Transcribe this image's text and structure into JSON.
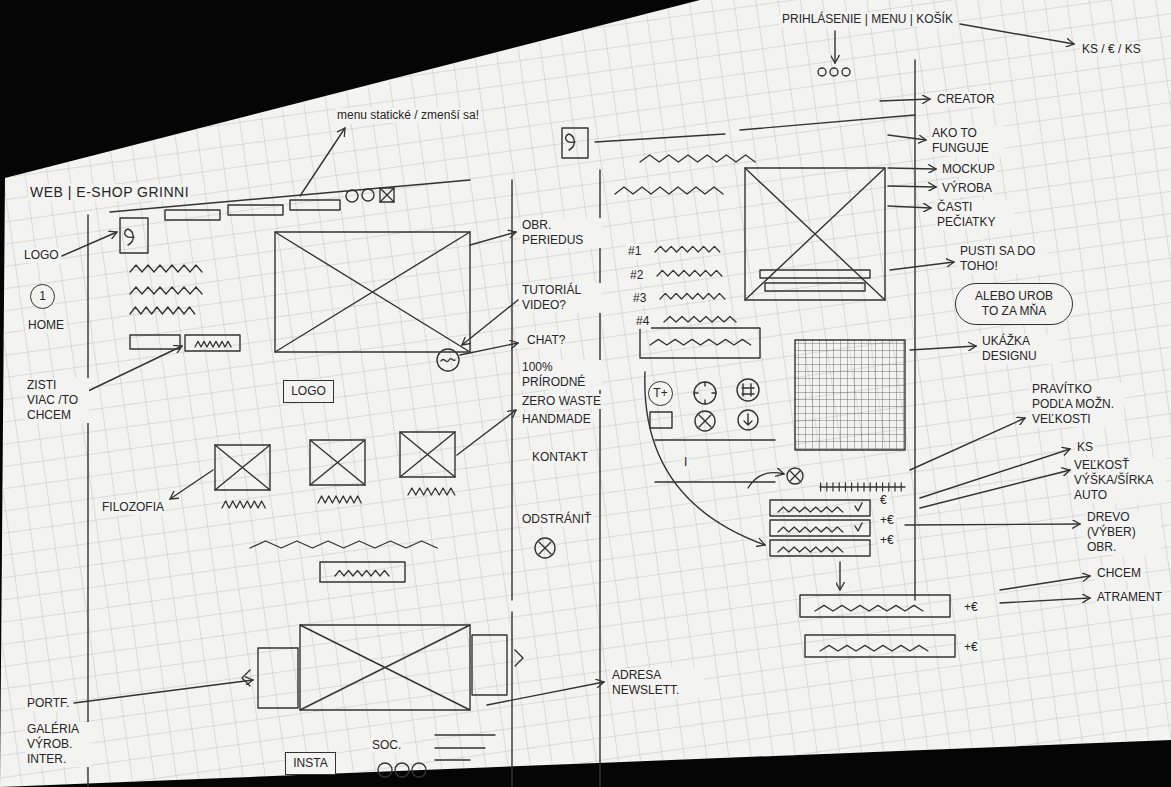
{
  "diagram": {
    "title": "WEB | E-SHOP GRINNI",
    "nodes": [
      {
        "text": [
          "1"
        ]
      },
      {
        "text": [
          "LOGO"
        ]
      },
      {
        "text": [
          "ALEBO UROB TO ZA MŇA"
        ]
      },
      {
        "text": [
          "INSTA"
        ]
      },
      {
        "text": [
          "T+"
        ]
      }
    ],
    "labels": [
      "menu statické / zmenší sa!",
      "LOGO",
      "HOME",
      "ZISTI VIAC /TO CHCEM",
      "FILOZOFIA",
      "PORTF.",
      "GALÉRIA VÝROB. INTER.",
      "OBR. PERIEDUS",
      "TUTORIÁL VIDEO?",
      "CHAT?",
      "100% PRÍRODNÉ",
      "ZERO WASTE",
      "HANDMADE",
      "KONTAKT",
      "ODSTRÁNIŤ",
      "ADRESA NEWSLETT.",
      "SOC.",
      "PRIHLÁSENIE | MENU | KOŠÍK",
      "KS / € / KS",
      "CREATOR",
      "AKO TO FUNGUJE",
      "MOCKUP",
      "VÝROBA",
      "ČASTI PEČIATKY",
      "#1",
      "#2",
      "#3",
      "#4",
      "PUSTI SA DO TOHO!",
      "UKÁŽKA DESIGNU",
      "PRAVÍTKO PODĽA MOŽN. VEĽKOSTI",
      "KS",
      "VEĽKOSŤ VÝŠKA/ŠÍRKA AUTO",
      "DREVO (VÝBER) OBR.",
      "CHCEM",
      "ATRAMENT",
      "€",
      "+€",
      "+€",
      "+€",
      "+€",
      "I"
    ]
  }
}
